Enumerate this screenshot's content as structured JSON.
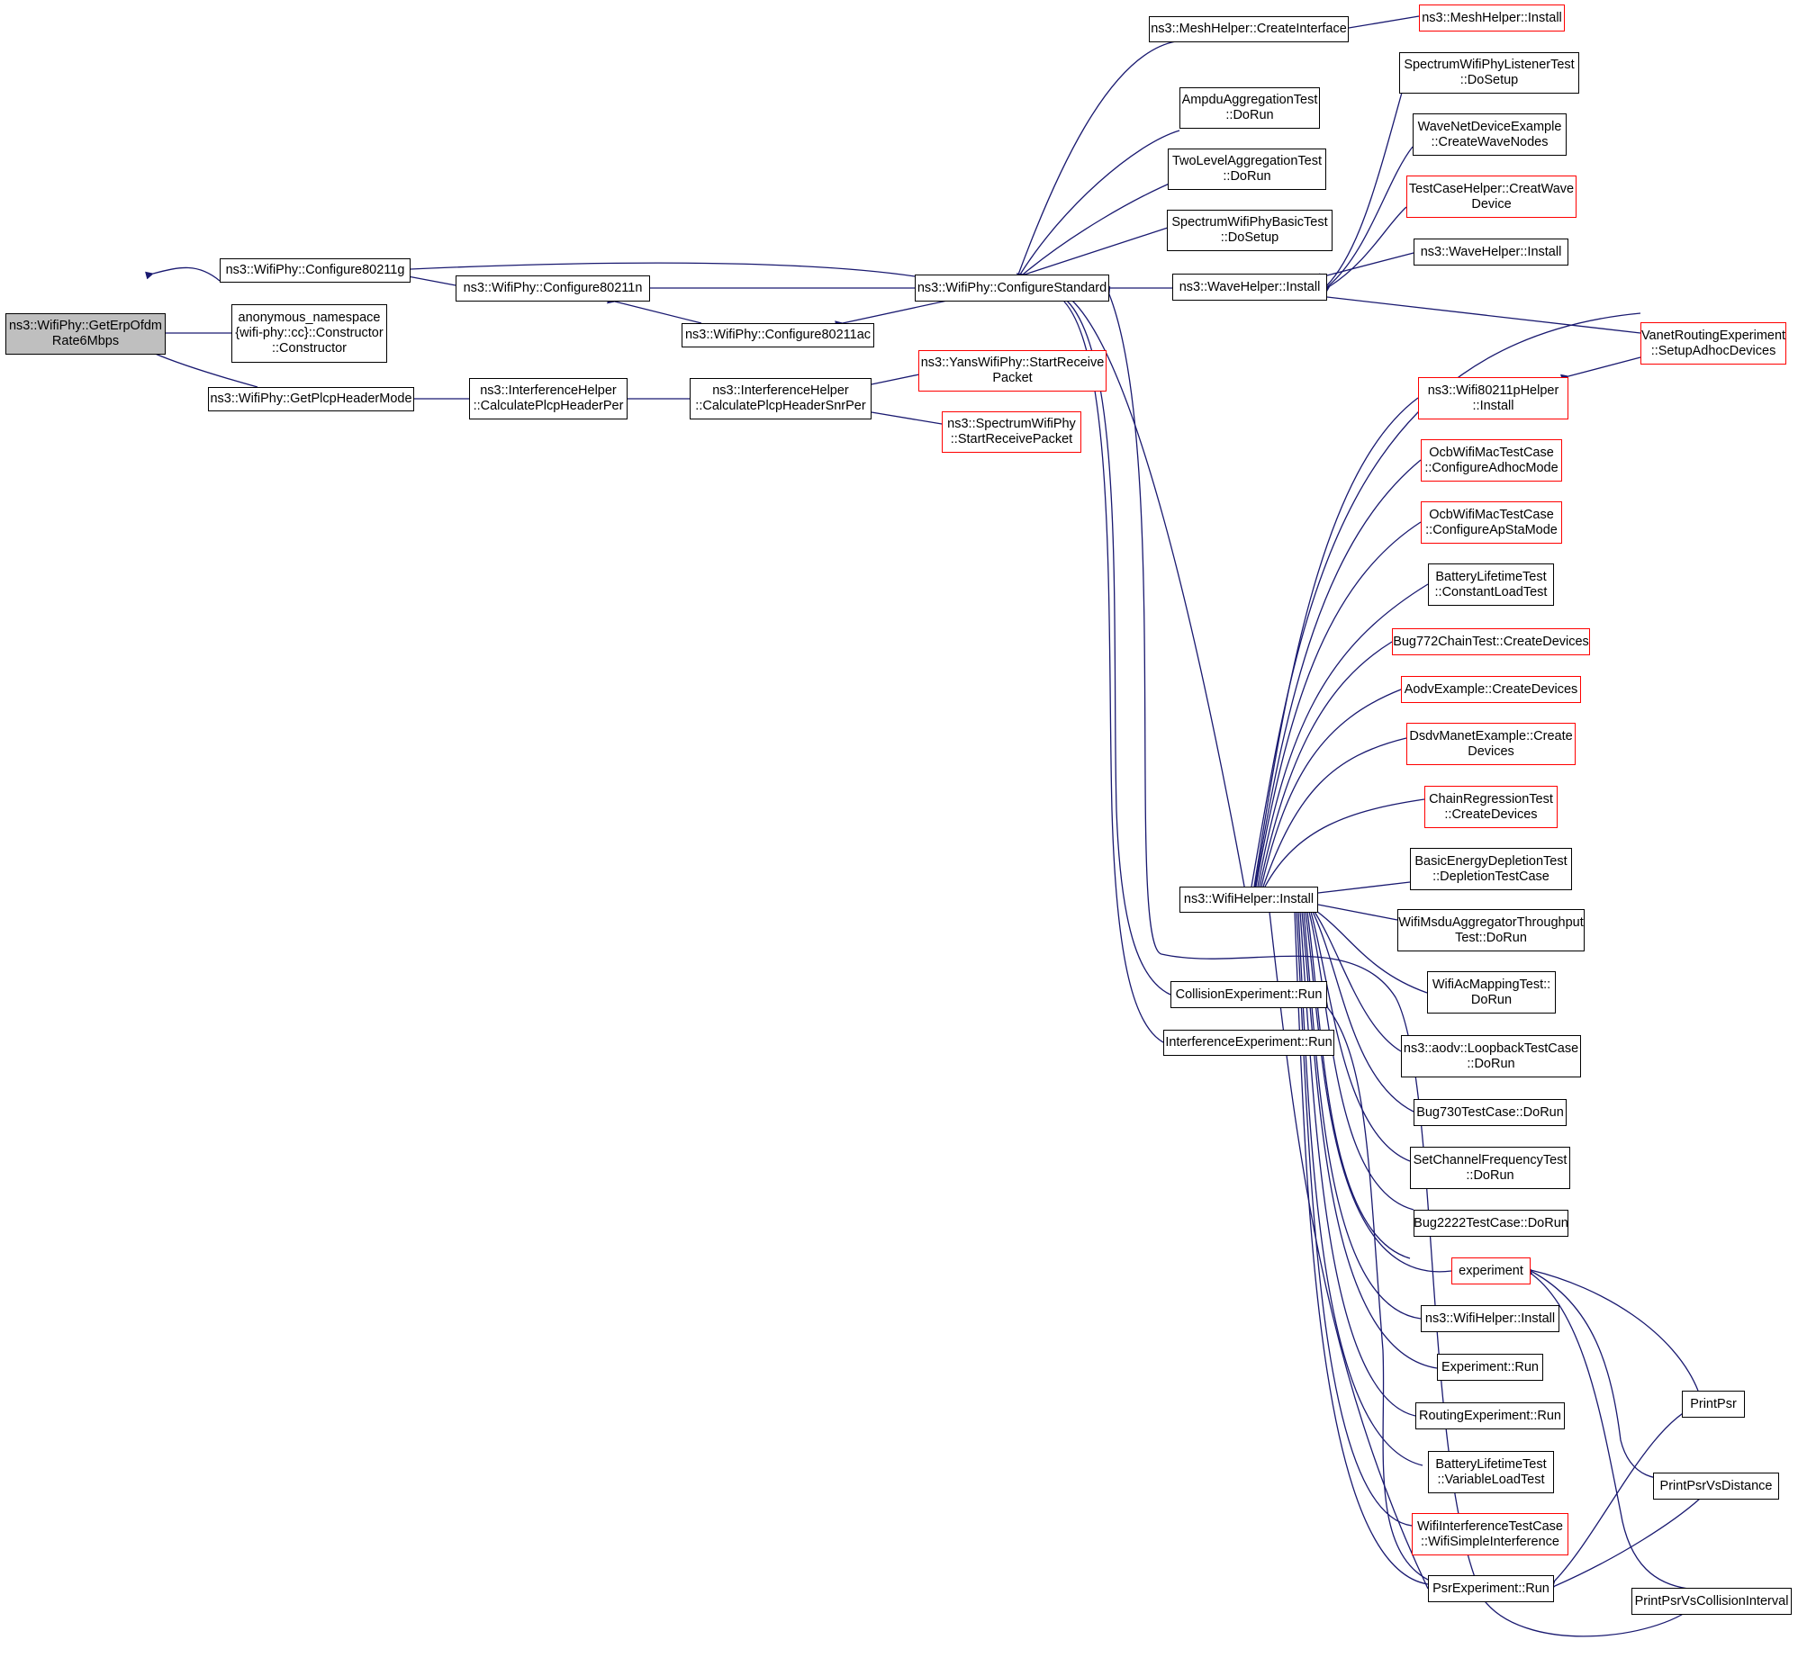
{
  "colors": {
    "edge": "#191970",
    "node_border": "#000000",
    "node_border_truncated": "#ff0000",
    "current_fill": "#bfbfbf"
  },
  "nodes": [
    {
      "id": "n0",
      "label": "ns3::WifiPhy::GetErpOfdm\nRate6Mbps",
      "current": true
    },
    {
      "id": "n1",
      "label": "ns3::WifiPhy::Configure80211g"
    },
    {
      "id": "n2",
      "label": "anonymous_namespace\n{wifi-phy::cc}::Constructor\n::Constructor"
    },
    {
      "id": "n3",
      "label": "ns3::WifiPhy::GetPlcpHeaderMode"
    },
    {
      "id": "n4",
      "label": "ns3::WifiPhy::Configure80211n"
    },
    {
      "id": "n5",
      "label": "ns3::InterferenceHelper\n::CalculatePlcpHeaderPer"
    },
    {
      "id": "n6",
      "label": "ns3::WifiPhy::Configure80211ac"
    },
    {
      "id": "n7",
      "label": "ns3::InterferenceHelper\n::CalculatePlcpHeaderSnrPer"
    },
    {
      "id": "n8",
      "label": "ns3::WifiPhy::ConfigureStandard"
    },
    {
      "id": "n9",
      "label": "ns3::YansWifiPhy::StartReceive\nPacket",
      "truncated": true
    },
    {
      "id": "n10",
      "label": "ns3::SpectrumWifiPhy\n::StartReceivePacket",
      "truncated": true
    },
    {
      "id": "n11",
      "label": "ns3::MeshHelper::CreateInterface"
    },
    {
      "id": "n12",
      "label": "AmpduAggregationTest\n::DoRun"
    },
    {
      "id": "n13",
      "label": "TwoLevelAggregationTest\n::DoRun"
    },
    {
      "id": "n14",
      "label": "SpectrumWifiPhyBasicTest\n::DoSetup"
    },
    {
      "id": "n15",
      "label": "ns3::WaveHelper::Install"
    },
    {
      "id": "n16",
      "label": "ns3::WifiHelper::Install"
    },
    {
      "id": "n17",
      "label": "CollisionExperiment::Run"
    },
    {
      "id": "n18",
      "label": "InterferenceExperiment::Run"
    },
    {
      "id": "n19",
      "label": "ns3::MeshHelper::Install",
      "truncated": true
    },
    {
      "id": "n20",
      "label": "SpectrumWifiPhyListenerTest\n::DoSetup"
    },
    {
      "id": "n21",
      "label": "WaveNetDeviceExample\n::CreateWaveNodes"
    },
    {
      "id": "n22",
      "label": "TestCaseHelper::CreatWave\nDevice",
      "truncated": true
    },
    {
      "id": "n23",
      "label": "ns3::WaveHelper::Install"
    },
    {
      "id": "n24",
      "label": "VanetRoutingExperiment\n::SetupAdhocDevices",
      "truncated": true
    },
    {
      "id": "n25",
      "label": "ns3::Wifi80211pHelper\n::Install",
      "truncated": true
    },
    {
      "id": "n26",
      "label": "OcbWifiMacTestCase\n::ConfigureAdhocMode",
      "truncated": true
    },
    {
      "id": "n27",
      "label": "OcbWifiMacTestCase\n::ConfigureApStaMode",
      "truncated": true
    },
    {
      "id": "n28",
      "label": "BatteryLifetimeTest\n::ConstantLoadTest"
    },
    {
      "id": "n29",
      "label": "Bug772ChainTest::CreateDevices",
      "truncated": true
    },
    {
      "id": "n30",
      "label": "AodvExample::CreateDevices",
      "truncated": true
    },
    {
      "id": "n31",
      "label": "DsdvManetExample::Create\nDevices",
      "truncated": true
    },
    {
      "id": "n32",
      "label": "ChainRegressionTest\n::CreateDevices",
      "truncated": true
    },
    {
      "id": "n33",
      "label": "BasicEnergyDepletionTest\n::DepletionTestCase"
    },
    {
      "id": "n34",
      "label": "WifiMsduAggregatorThroughput\nTest::DoRun"
    },
    {
      "id": "n35",
      "label": "WifiAcMappingTest::\nDoRun"
    },
    {
      "id": "n36",
      "label": "ns3::aodv::LoopbackTestCase\n::DoRun"
    },
    {
      "id": "n37",
      "label": "Bug730TestCase::DoRun"
    },
    {
      "id": "n38",
      "label": "SetChannelFrequencyTest\n::DoRun"
    },
    {
      "id": "n39",
      "label": "Bug2222TestCase::DoRun"
    },
    {
      "id": "n40",
      "label": "experiment",
      "truncated": true
    },
    {
      "id": "n41",
      "label": "ns3::WifiHelper::Install"
    },
    {
      "id": "n42",
      "label": "Experiment::Run"
    },
    {
      "id": "n43",
      "label": "RoutingExperiment::Run"
    },
    {
      "id": "n44",
      "label": "BatteryLifetimeTest\n::VariableLoadTest"
    },
    {
      "id": "n45",
      "label": "WifiInterferenceTestCase\n::WifiSimpleInterference",
      "truncated": true
    },
    {
      "id": "n46",
      "label": "PsrExperiment::Run"
    },
    {
      "id": "n47",
      "label": "PrintPsr"
    },
    {
      "id": "n48",
      "label": "PrintPsrVsDistance"
    },
    {
      "id": "n49",
      "label": "PrintPsrVsCollisionInterval"
    }
  ]
}
